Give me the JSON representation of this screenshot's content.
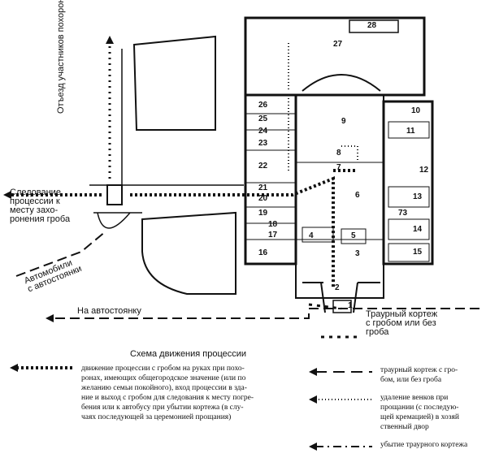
{
  "labels": {
    "exit_funeral": "Отъезд участников похорон",
    "following": "Следование\nпроцессии к\nместу захо-\nронения гроба",
    "cars_from": "Автомобили\nс автостоянки",
    "to_parking": "На автостоянку",
    "procession_right": "Траурный кортеж\nс гробом или без\nгроба"
  },
  "rooms": [
    "27",
    "28",
    "26",
    "25",
    "24",
    "23",
    "22",
    "21",
    "20",
    "19",
    "18",
    "17",
    "16",
    "9",
    "8",
    "7",
    "6",
    "5",
    "4",
    "3",
    "2",
    "1",
    "10",
    "11",
    "12",
    "13",
    "73",
    "14",
    "15"
  ],
  "caption": "Схема движения процессии",
  "legend": {
    "left": "движение процессии с гробом на руках при похо-\nронах, имеющих общегородское значение (или по\nжеланию семьи покойного), вход процессии в зда-\nние и выход с гробом для следования к месту погре-\nбения или к автобусу при убытии кортежа (в слу-\nчаях последующей за церемонией прощания)",
    "r1": "траурный кортеж с гро-\nбом, или без гроба",
    "r2": "удаление венков при\nпрощании (с последую-\nщей кремацией) в хозяй\nственный двор",
    "r3": "убытие траурного кортежа"
  }
}
